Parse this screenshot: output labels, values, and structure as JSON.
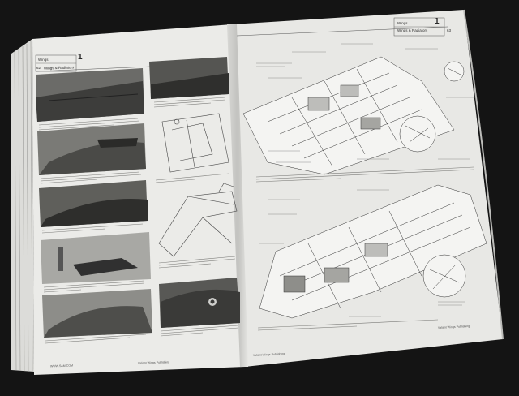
{
  "book": {
    "left_page": {
      "header_tag": "Wings",
      "section_title": "Wings & Radiators",
      "chapter_number": "1",
      "page_number": "62",
      "footer_left": "WWW.SAM.COM",
      "footer_center": "Valiant Wings Publishing"
    },
    "right_page": {
      "header_tag": "Wings",
      "section_title": "Wings & Radiators",
      "chapter_number": "1",
      "page_number": "63",
      "footer_left": "Valiant Wings Publishing",
      "footer_right": "Valiant Wings Publishing"
    }
  },
  "colors": {
    "background": "#141414",
    "paper": "#e9e9e7",
    "paper_shadow": "#cfcfcc",
    "ink": "#2a2a2a"
  }
}
